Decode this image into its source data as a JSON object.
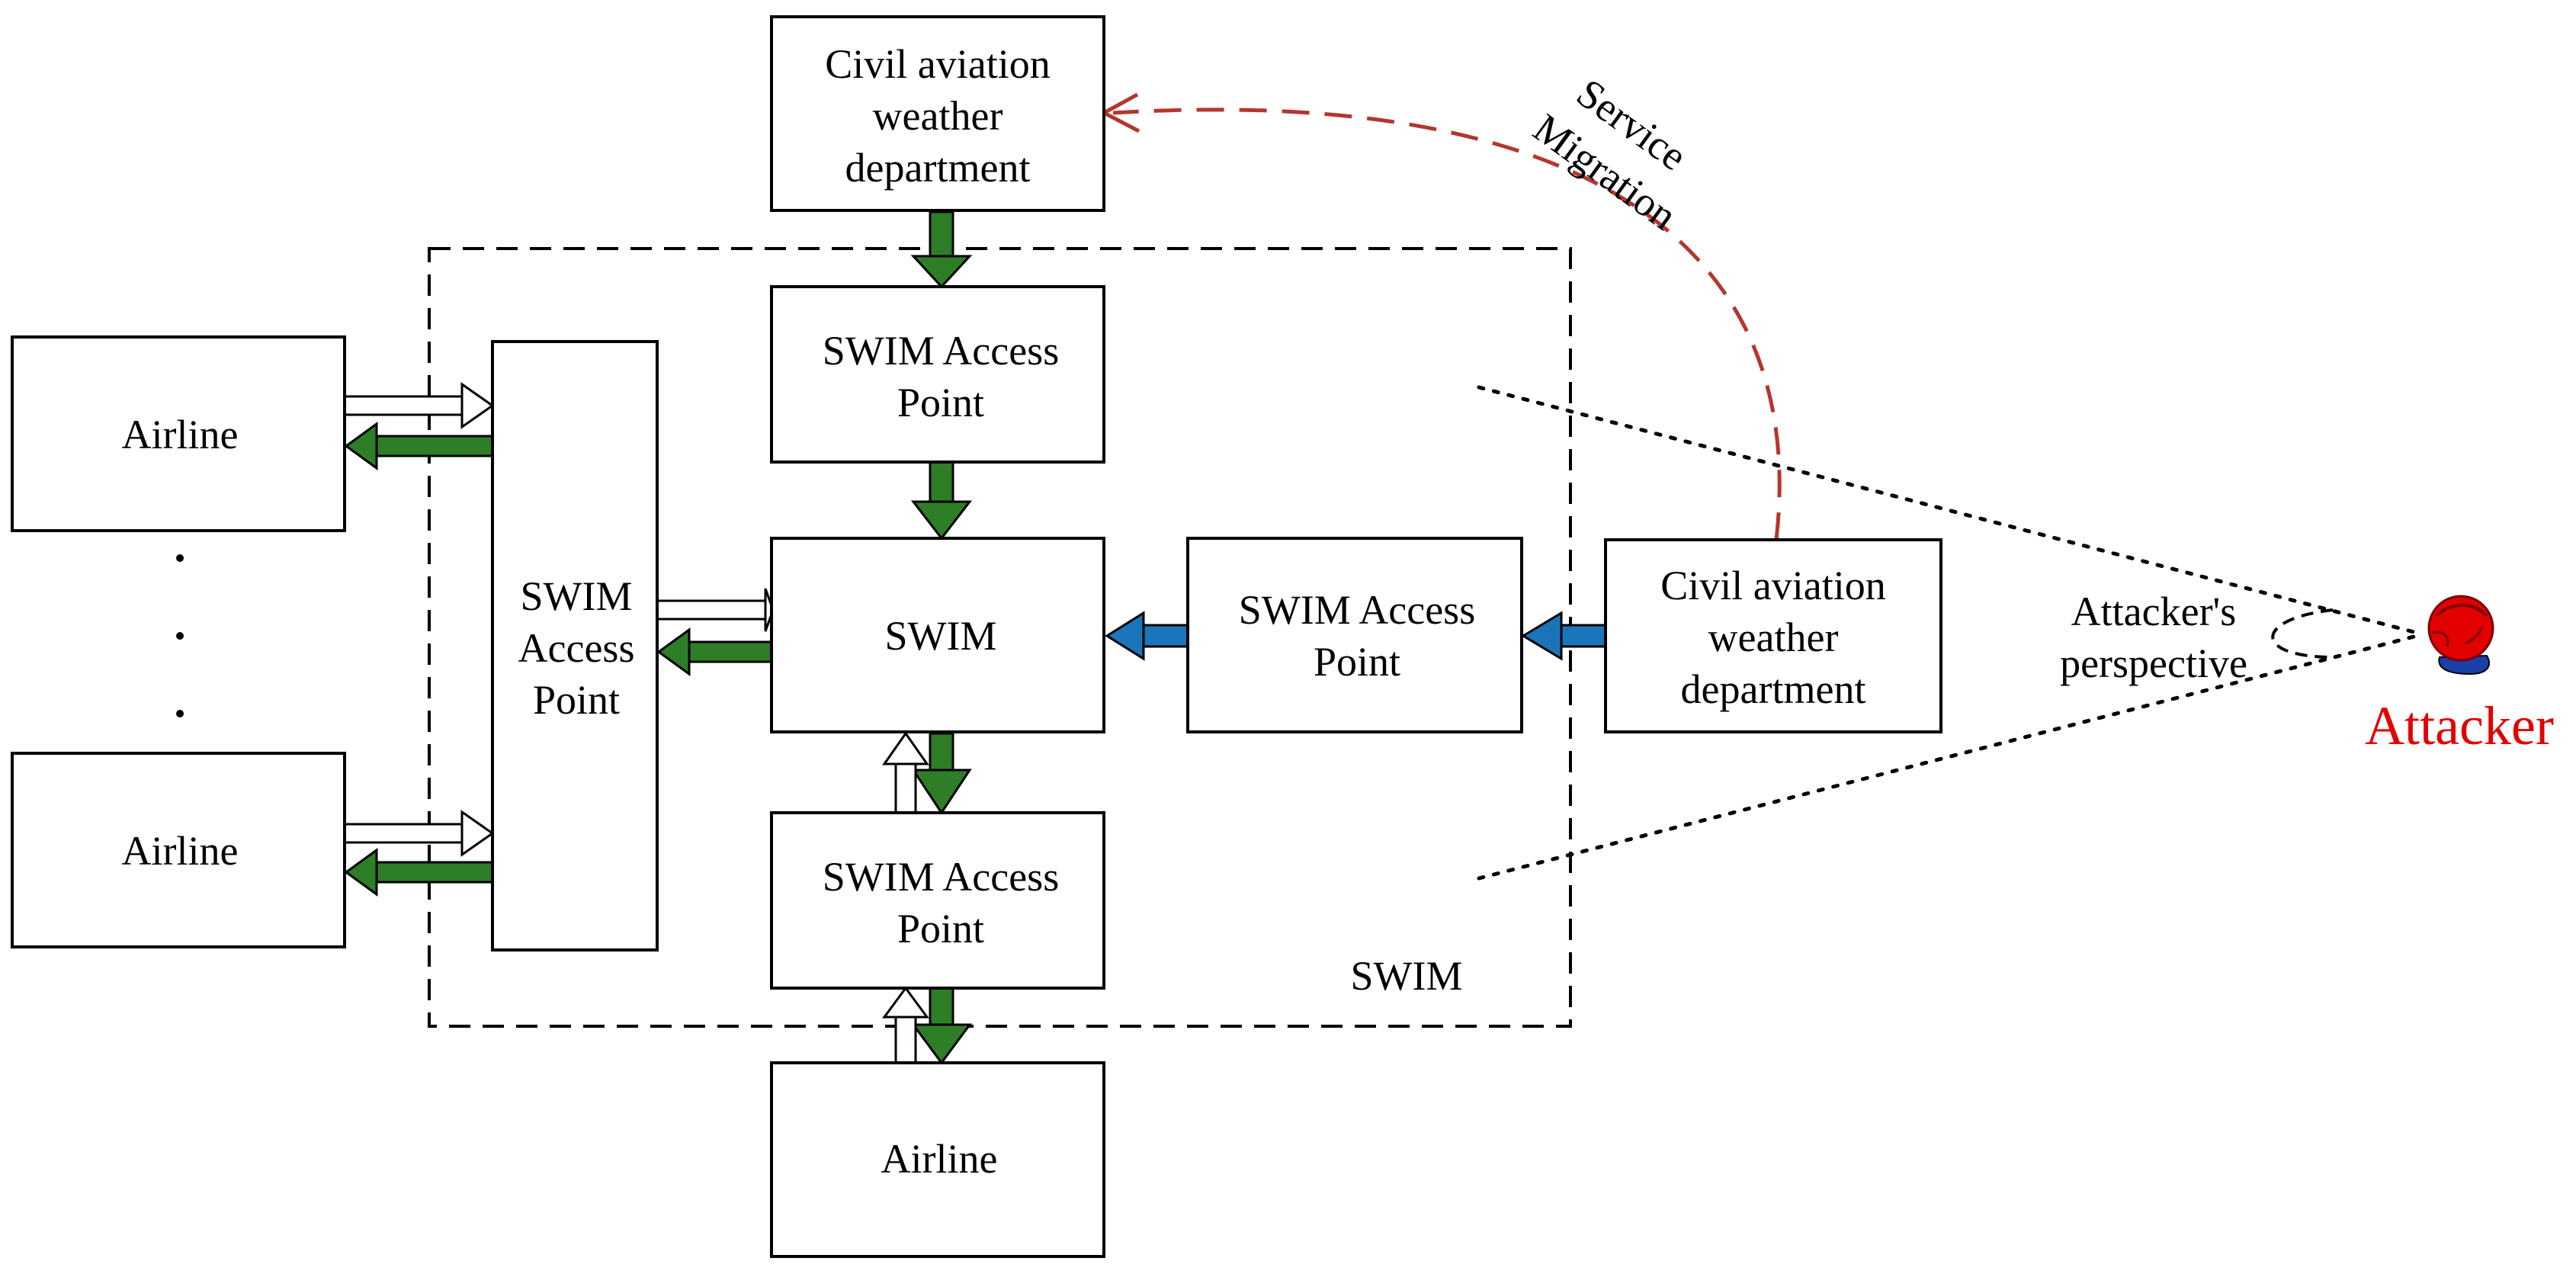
{
  "colors": {
    "green_arrow": "#2e7d27",
    "blue_arrow": "#1b75bb",
    "migration": "#b5362e",
    "attacker": "#e30000"
  },
  "nodes": {
    "top_weather": [
      "Civil aviation",
      "weather",
      "department"
    ],
    "right_weather": [
      "Civil aviation",
      "weather",
      "department"
    ],
    "airline_left_top": "Airline",
    "airline_left_bottom": "Airline",
    "airline_bottom": "Airline",
    "swim_center": "SWIM",
    "ap_top": [
      "SWIM Access",
      "Point"
    ],
    "ap_right": [
      "SWIM Access",
      "Point"
    ],
    "ap_bottom": [
      "SWIM Access",
      "Point"
    ],
    "ap_left": [
      "SWIM",
      "Access",
      "Point"
    ]
  },
  "labels": {
    "swim_region": "SWIM",
    "service_migration": [
      "Service",
      "Migration"
    ],
    "attacker_perspective": [
      "Attacker's",
      "perspective"
    ],
    "attacker": "Attacker",
    "dots": "·"
  },
  "icons": {
    "attacker": "attacker-person-icon"
  }
}
